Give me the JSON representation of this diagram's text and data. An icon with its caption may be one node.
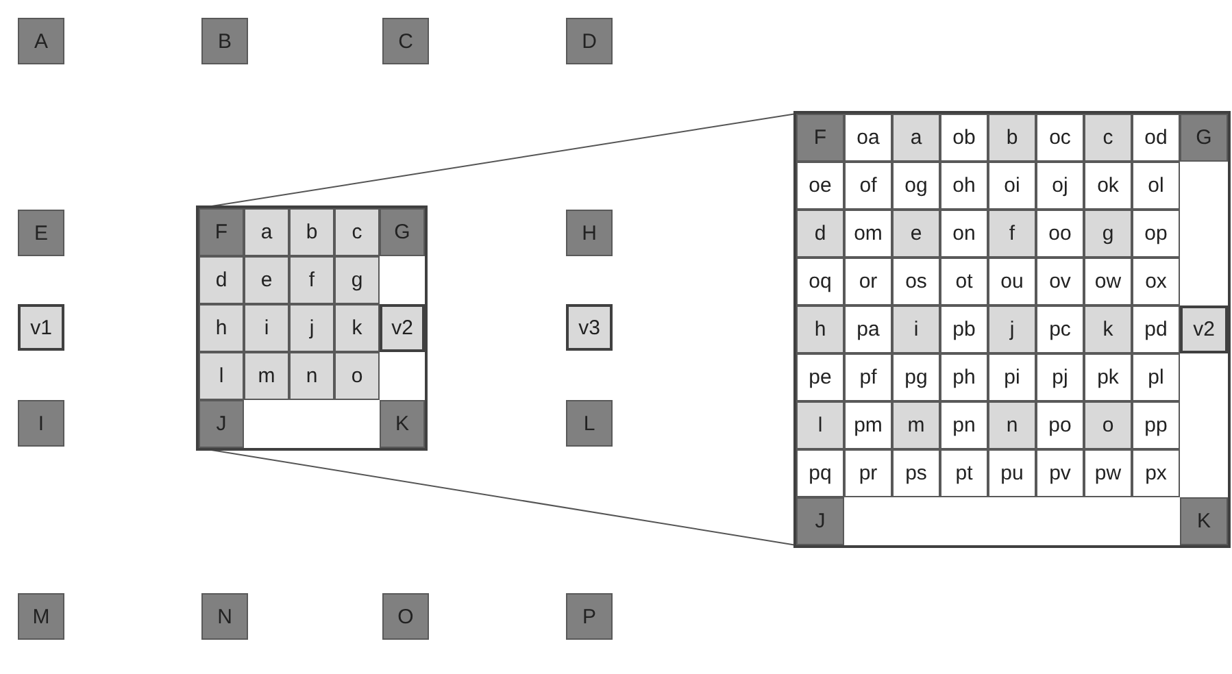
{
  "diagram": {
    "nodes": [
      {
        "text": [
          "A"
        ]
      },
      {
        "text": [
          "B"
        ]
      },
      {
        "text": [
          "C"
        ]
      },
      {
        "text": [
          "D"
        ]
      },
      {
        "text": [
          "E"
        ]
      },
      {
        "text": [
          "H"
        ]
      },
      {
        "text": [
          "v1"
        ]
      },
      {
        "text": [
          "v3"
        ]
      },
      {
        "text": [
          "I"
        ]
      },
      {
        "text": [
          "L"
        ]
      },
      {
        "text": [
          "M"
        ]
      },
      {
        "text": [
          "N"
        ]
      },
      {
        "text": [
          "O"
        ]
      },
      {
        "text": [
          "P"
        ]
      },
      {
        "text": [],
        "shape": "box"
      },
      {
        "text": [
          "F"
        ],
        "in": 14
      },
      {
        "text": [
          "a"
        ],
        "in": 14
      },
      {
        "text": [
          "b"
        ],
        "in": 14
      },
      {
        "text": [
          "c"
        ],
        "in": 14
      },
      {
        "text": [
          "G"
        ],
        "in": 14
      },
      {
        "text": [
          "d"
        ],
        "in": 14
      },
      {
        "text": [
          "e"
        ],
        "in": 14
      },
      {
        "text": [
          "f"
        ],
        "in": 14
      },
      {
        "text": [
          "g"
        ],
        "in": 14
      },
      {
        "text": [
          "h"
        ],
        "in": 14
      },
      {
        "text": [
          "i"
        ],
        "in": 14
      },
      {
        "text": [
          "j"
        ],
        "in": 14
      },
      {
        "text": [
          "k"
        ],
        "in": 14
      },
      {
        "text": [
          "v2"
        ],
        "in": 14
      },
      {
        "text": [
          "l"
        ],
        "in": 14
      },
      {
        "text": [
          "m"
        ],
        "in": 14
      },
      {
        "text": [
          "n"
        ],
        "in": 14
      },
      {
        "text": [
          "o"
        ],
        "in": 14
      },
      {
        "text": [
          "J"
        ],
        "in": 14
      },
      {
        "text": [
          "K"
        ],
        "in": 14
      },
      {
        "text": [],
        "shape": "box"
      },
      {
        "text": [
          "F"
        ],
        "in": 35
      },
      {
        "text": [
          "oa"
        ],
        "in": 35
      },
      {
        "text": [
          "a"
        ],
        "in": 35
      },
      {
        "text": [
          "ob"
        ],
        "in": 35
      },
      {
        "text": [
          "b"
        ],
        "in": 35
      },
      {
        "text": [
          "oc"
        ],
        "in": 35
      },
      {
        "text": [
          "c"
        ],
        "in": 35
      },
      {
        "text": [
          "od"
        ],
        "in": 35
      },
      {
        "text": [
          "G"
        ],
        "in": 35
      },
      {
        "text": [
          "oe"
        ],
        "in": 35
      },
      {
        "text": [
          "of"
        ],
        "in": 35
      },
      {
        "text": [
          "og"
        ],
        "in": 35
      },
      {
        "text": [
          "oh"
        ],
        "in": 35
      },
      {
        "text": [
          "oi"
        ],
        "in": 35
      },
      {
        "text": [
          "oj"
        ],
        "in": 35
      },
      {
        "text": [
          "ok"
        ],
        "in": 35
      },
      {
        "text": [
          "ol"
        ],
        "in": 35
      },
      {
        "text": [
          "d"
        ],
        "in": 35
      },
      {
        "text": [
          "om"
        ],
        "in": 35
      },
      {
        "text": [
          "e"
        ],
        "in": 35
      },
      {
        "text": [
          "on"
        ],
        "in": 35
      },
      {
        "text": [
          "f"
        ],
        "in": 35
      },
      {
        "text": [
          "oo"
        ],
        "in": 35
      },
      {
        "text": [
          "g"
        ],
        "in": 35
      },
      {
        "text": [
          "op"
        ],
        "in": 35
      },
      {
        "text": [
          "oq"
        ],
        "in": 35
      },
      {
        "text": [
          "or"
        ],
        "in": 35
      },
      {
        "text": [
          "os"
        ],
        "in": 35
      },
      {
        "text": [
          "ot"
        ],
        "in": 35
      },
      {
        "text": [
          "ou"
        ],
        "in": 35
      },
      {
        "text": [
          "ov"
        ],
        "in": 35
      },
      {
        "text": [
          "ow"
        ],
        "in": 35
      },
      {
        "text": [
          "ox"
        ],
        "in": 35
      },
      {
        "text": [
          "h"
        ],
        "in": 35
      },
      {
        "text": [
          "pa"
        ],
        "in": 35
      },
      {
        "text": [
          "i"
        ],
        "in": 35
      },
      {
        "text": [
          "pb"
        ],
        "in": 35
      },
      {
        "text": [
          "j"
        ],
        "in": 35
      },
      {
        "text": [
          "pc"
        ],
        "in": 35
      },
      {
        "text": [
          "k"
        ],
        "in": 35
      },
      {
        "text": [
          "pd"
        ],
        "in": 35
      },
      {
        "text": [
          "v2"
        ],
        "in": 35
      },
      {
        "text": [
          "pe"
        ],
        "in": 35
      },
      {
        "text": [
          "pf"
        ],
        "in": 35
      },
      {
        "text": [
          "pg"
        ],
        "in": 35
      },
      {
        "text": [
          "ph"
        ],
        "in": 35
      },
      {
        "text": [
          "pi"
        ],
        "in": 35
      },
      {
        "text": [
          "pj"
        ],
        "in": 35
      },
      {
        "text": [
          "pk"
        ],
        "in": 35
      },
      {
        "text": [
          "pl"
        ],
        "in": 35
      },
      {
        "text": [
          "l"
        ],
        "in": 35
      },
      {
        "text": [
          "pm"
        ],
        "in": 35
      },
      {
        "text": [
          "m"
        ],
        "in": 35
      },
      {
        "text": [
          "pn"
        ],
        "in": 35
      },
      {
        "text": [
          "n"
        ],
        "in": 35
      },
      {
        "text": [
          "po"
        ],
        "in": 35
      },
      {
        "text": [
          "o"
        ],
        "in": 35
      },
      {
        "text": [
          "pp"
        ],
        "in": 35
      },
      {
        "text": [
          "pq"
        ],
        "in": 35
      },
      {
        "text": [
          "pr"
        ],
        "in": 35
      },
      {
        "text": [
          "ps"
        ],
        "in": 35
      },
      {
        "text": [
          "pt"
        ],
        "in": 35
      },
      {
        "text": [
          "pu"
        ],
        "in": 35
      },
      {
        "text": [
          "pv"
        ],
        "in": 35
      },
      {
        "text": [
          "pw"
        ],
        "in": 35
      },
      {
        "text": [
          "px"
        ],
        "in": 35
      },
      {
        "text": [
          "J"
        ],
        "in": 35
      },
      {
        "text": [
          "K"
        ],
        "in": 35
      }
    ],
    "edges": [
      {
        "from": 14,
        "to": 35,
        "arrow": "none"
      },
      {
        "from": 14,
        "to": 35,
        "arrow": "none"
      }
    ]
  }
}
